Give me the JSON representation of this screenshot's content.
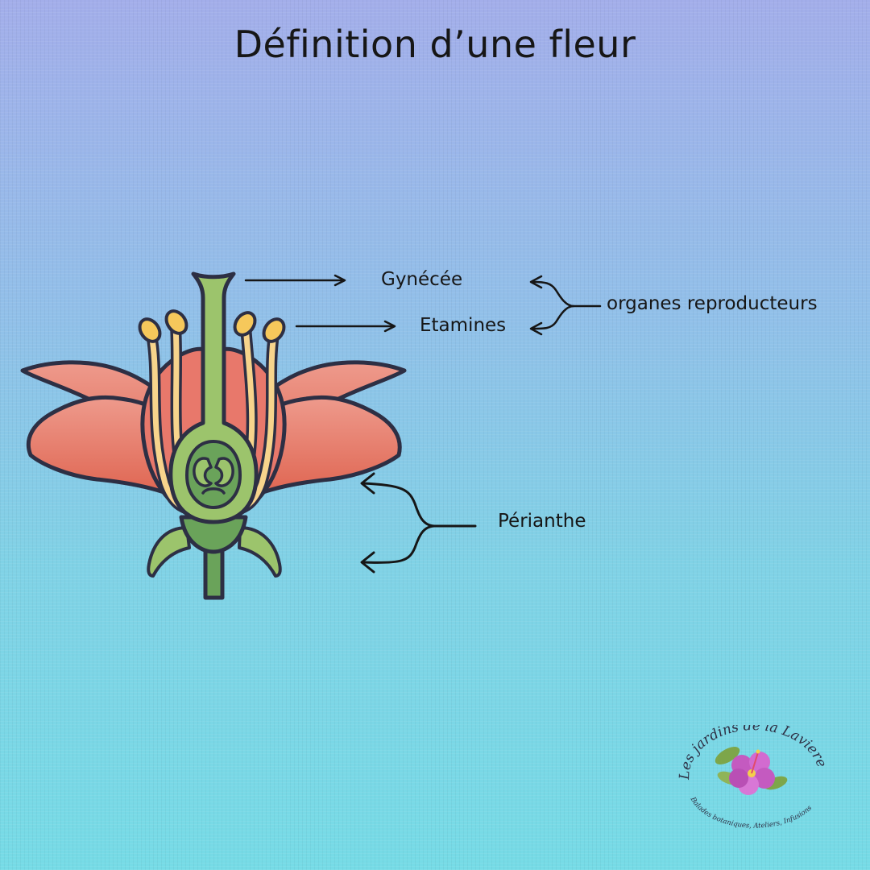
{
  "title": "Définition d’une fleur",
  "labels": {
    "gynecee": "Gynécée",
    "etamines": "Etamines",
    "organes": "organes reproducteurs",
    "perianthe": "Périanthe"
  },
  "logo": {
    "name": "Les jardins de la Laviere",
    "tagline": "Balades botaniques, Ateliers, Infusions"
  },
  "colors": {
    "petal": "#e8786b",
    "petal_dark": "#d85a45",
    "stem": "#6aa35a",
    "pistil": "#9cc46c",
    "stamen": "#f7d48c",
    "anther": "#f6c85b",
    "outline": "#2d2f44"
  },
  "icons": [
    "flower-illustration",
    "arrow-icon",
    "brace-icon",
    "hibiscus-icon"
  ]
}
